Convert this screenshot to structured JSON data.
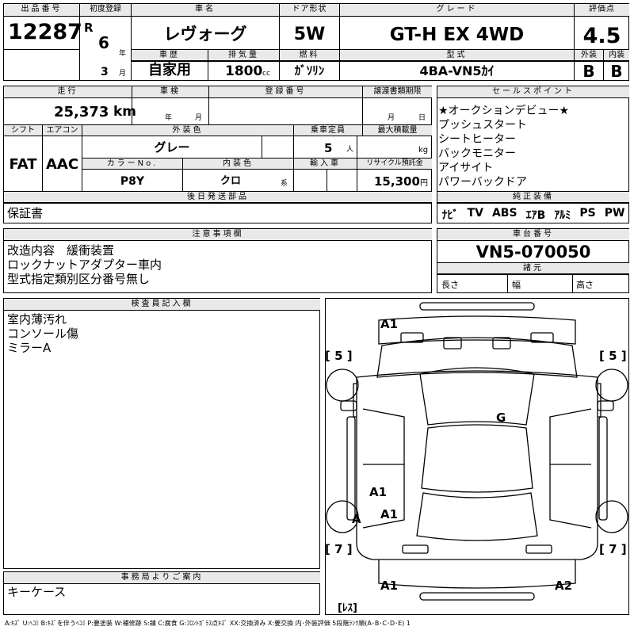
{
  "header": {
    "lot_label": "出品番号",
    "lot_no": "12287",
    "reg_label": "初度登録",
    "era": "R",
    "year": "6",
    "year_unit": "年",
    "month": "3",
    "month_unit": "月",
    "name_label": "車名",
    "name": "レヴォーグ",
    "door_label": "ドア形状",
    "door": "5W",
    "grade_label": "グレード",
    "grade": "GT-H EX 4WD",
    "score_label": "評価点",
    "score": "4.5",
    "history_label": "車歴",
    "history": "自家用",
    "disp_label": "排気量",
    "disp": "1800",
    "disp_unit": "cc",
    "fuel_label": "燃料",
    "fuel": "ｶﾞｿﾘﾝ",
    "model_label": "型式",
    "model": "4BA-VN5ｶｲ",
    "ext_label": "外装",
    "ext": "B",
    "int_label": "内装",
    "int": "B"
  },
  "row2": {
    "mileage_label": "走行",
    "mileage": "25,373",
    "mileage_unit": "km",
    "inspect_label": "車検",
    "inspect_year": "年",
    "inspect_month": "月",
    "regno_label": "登録番号",
    "transfer_label": "譲渡書類期限",
    "transfer_month": "月",
    "transfer_day": "日",
    "shift_label": "シフト",
    "shift": "FAT",
    "ac_label": "エアコン",
    "ac": "AAC",
    "color_label": "外装色",
    "color": "グレー",
    "capacity_label": "乗車定員",
    "capacity": "5",
    "capacity_unit": "人",
    "load_label": "最大積載量",
    "load_unit": "kg",
    "colorno_label": "カラーNo.",
    "colorno": "P8Y",
    "intcolor_label": "内装色",
    "intcolor": "クロ",
    "intcolor_unit": "系",
    "import_label": "輸入車",
    "recycle_label": "リサイクル預託金",
    "recycle": "15,300",
    "recycle_unit": "円",
    "parts_label": "後日発送部品",
    "parts": "保証書"
  },
  "sales": {
    "label": "セールスポイント",
    "items": [
      "★オークションデビュー★",
      "プッシュスタート",
      "シートヒーター",
      "バックモニター",
      "アイサイト",
      "パワーバックドア"
    ]
  },
  "equipment": {
    "label": "純正装備",
    "items": [
      "ﾅﾋﾞ",
      "TV",
      "ABS",
      "ｴｱB",
      "ｱﾙﾐ",
      "PS",
      "PW"
    ]
  },
  "notes": {
    "label": "注意事項欄",
    "lines": [
      "改造内容　緩衝装置",
      "ロックナットアダプター車内",
      "型式指定類別区分番号無し"
    ]
  },
  "chassis": {
    "label": "車台番号",
    "value": "VN5-070050",
    "spec_label": "諸元",
    "length_label": "長さ",
    "width_label": "幅",
    "height_label": "高さ"
  },
  "inspector": {
    "label": "検査員記入欄",
    "lines": [
      "室内薄汚れ",
      "コンソール傷",
      "ミラーA"
    ]
  },
  "office": {
    "label": "事務局よりご案内",
    "text": "キーケース"
  },
  "diagram": {
    "marks": {
      "front_a1": "A1",
      "tread_fl": "[ 5 ]",
      "tread_fr": "[ 5 ]",
      "tread_rl": "[ 7 ]",
      "tread_rr": "[ 7 ]",
      "windshield_g": "G",
      "side_a1": "A1",
      "wheel_a": "A",
      "wheel_a1": "A1",
      "rear_a1": "A1",
      "rear_a2": "A2",
      "spare": "[ﾚｽ]"
    }
  },
  "legend": "A:ｷｽﾞ U:ﾍｺﾐ B:ｷｽﾞを伴うﾍｺﾐ P:要塗装 W:補修跡 S:錆 C:腐食 G:ﾌﾛﾝﾄｶﾞﾗｽ点ｷｽﾞ XX:交換済み X:要交換 内･外装評価 5段階ﾗﾝｸ順(A･B･C･D･E) 1"
}
